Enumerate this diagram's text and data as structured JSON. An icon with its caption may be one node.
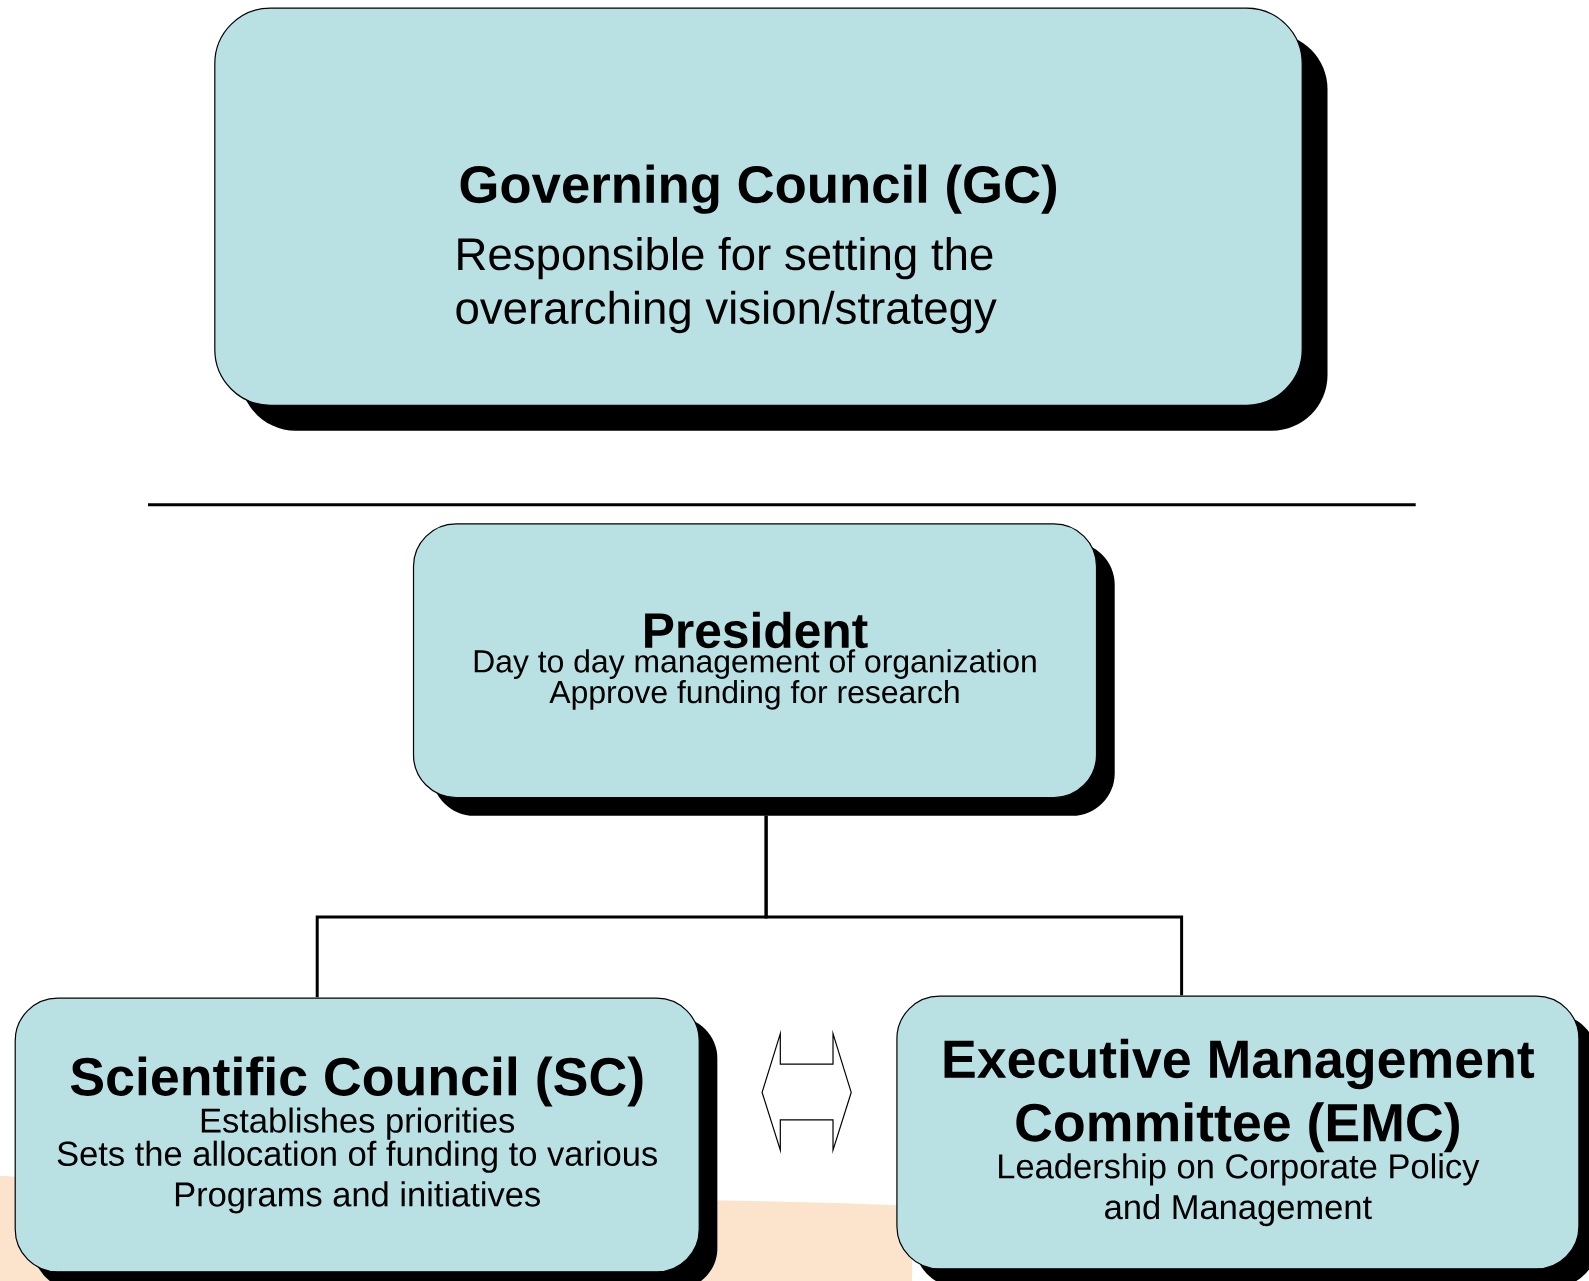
{
  "diagram": {
    "nodes": [
      {
        "text": [
          "Governing Council (GC)",
          "Responsible for setting the overarching vision/strategy"
        ]
      },
      {
        "text": [
          "President",
          "Day to day management of organization",
          "Approve funding for research"
        ]
      },
      {
        "text": [
          "Scientific Council (SC)",
          "Establishes priorities",
          "Sets the allocation of funding to various Programs and initiatives"
        ]
      },
      {
        "text": [
          "Executive Management Committee (EMC)",
          "Leadership on Corporate Policy and Management"
        ]
      }
    ],
    "edges": [
      {
        "from": 1,
        "to": 2,
        "arrow": "none"
      },
      {
        "from": 1,
        "to": 3,
        "arrow": "none"
      },
      {
        "from": 2,
        "to": 3,
        "arrow": "both"
      }
    ]
  }
}
